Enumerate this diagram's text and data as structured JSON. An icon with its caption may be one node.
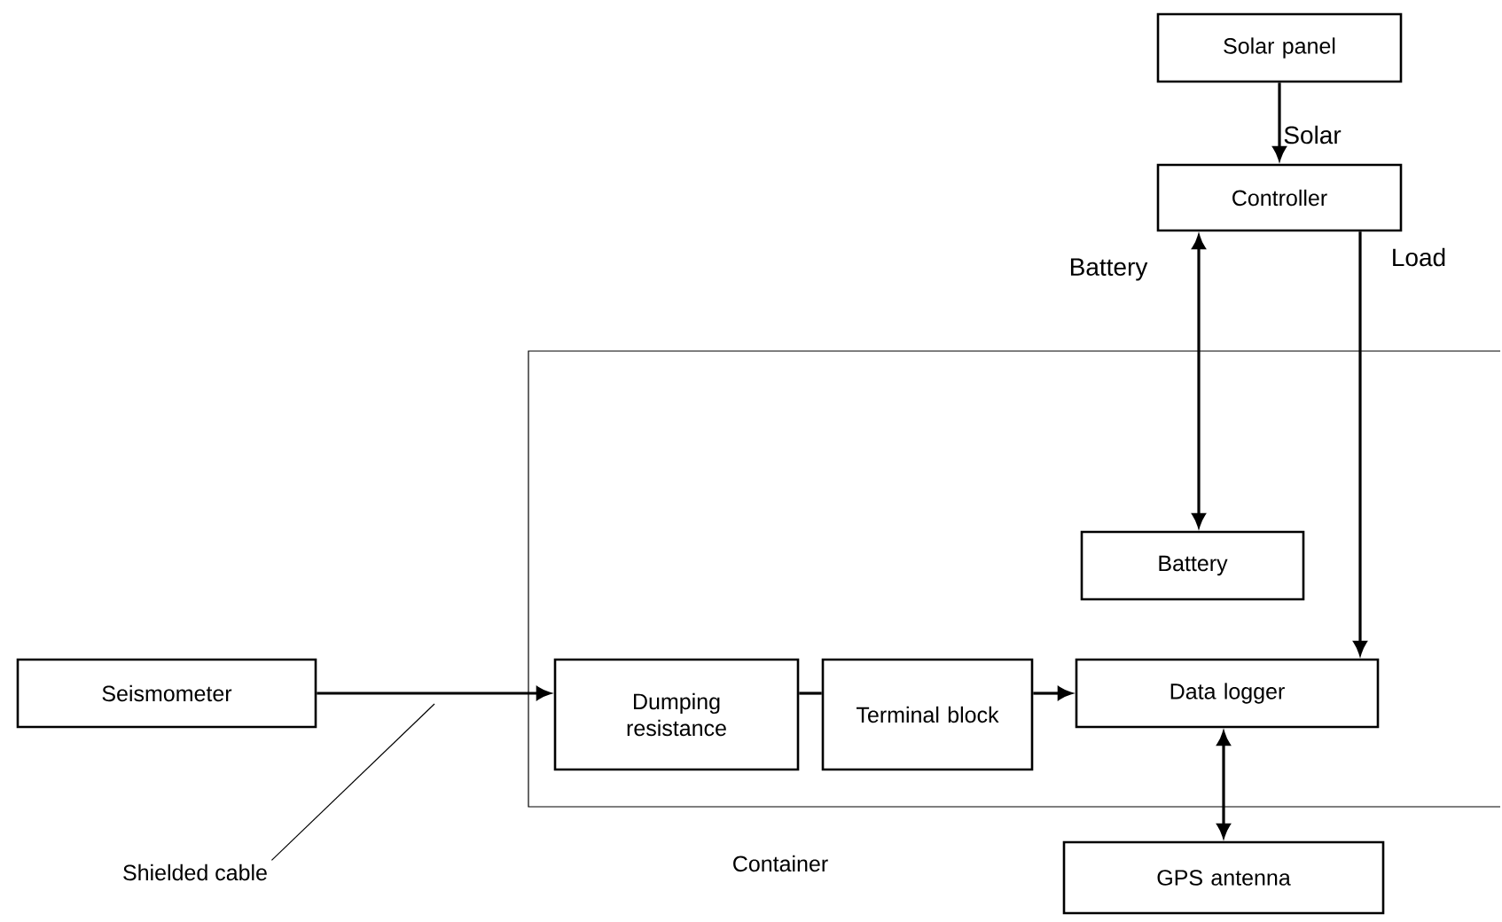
{
  "diagram": {
    "nodes": [
      {
        "text": [
          "Solar panel"
        ]
      },
      {
        "text": [
          "Controller"
        ]
      },
      {
        "text": [
          "Container"
        ]
      },
      {
        "text": [
          "Battery"
        ],
        "in": 2
      },
      {
        "text": [
          "Seismometer"
        ]
      },
      {
        "text": [
          "Dumping resistance"
        ],
        "in": 2
      },
      {
        "text": [
          "Terminal block"
        ],
        "in": 2
      },
      {
        "text": [
          "Data logger"
        ],
        "in": 2
      },
      {
        "text": [
          "GPS antenna"
        ]
      },
      {
        "text": [
          "Shielded cable"
        ]
      }
    ],
    "edges": [
      {
        "from": 0,
        "to": 1,
        "arrow": "to",
        "label": "Solar"
      },
      {
        "from": 3,
        "to": 1,
        "arrow": "both",
        "label": "Battery"
      },
      {
        "from": 1,
        "to": 7,
        "arrow": "to",
        "label": "Load"
      },
      {
        "from": 4,
        "to": 5,
        "arrow": "to"
      },
      {
        "from": 5,
        "to": 6,
        "arrow": "none"
      },
      {
        "from": 6,
        "to": 7,
        "arrow": "to"
      },
      {
        "from": 7,
        "to": 8,
        "arrow": "both"
      },
      {
        "from": 9,
        "to": null,
        "arrow": "none"
      }
    ]
  }
}
